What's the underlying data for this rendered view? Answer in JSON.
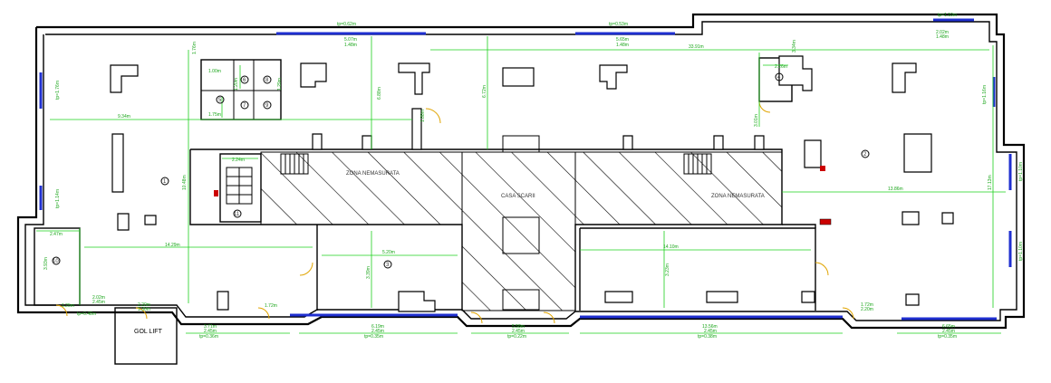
{
  "labels": {
    "zona1": "ZONA NEMASURATA",
    "zona2": "ZONA NEMASURATA",
    "scara": "CASA SCARII",
    "lift": "GOL LIFT"
  },
  "rooms": {
    "r1": "1",
    "r2": "2",
    "r3": "3",
    "r4": "4",
    "r5": "5",
    "r6": "6",
    "r7": "7",
    "r8": "8",
    "r9": "9",
    "r10": "10",
    "r11": "11"
  },
  "dims": {
    "top1": "tp=0.62m",
    "top1b": "5.07m",
    "top1c": "1.48m",
    "top2": "tp=0.53m",
    "top2b": "5.65m",
    "top2c": "1.48m",
    "top3": "33.91m",
    "top4": "tp=1.10m",
    "top4b": "2.02m",
    "top4c": "1.48m",
    "w1": "9.34m",
    "w2": "6.88m",
    "w3": "6.72m",
    "w4": "1.88m",
    "w5": "10.48m",
    "w6": "14.29m",
    "w7": "5.20m",
    "w8": "3.39m",
    "e1": "13.86m",
    "e2": "17.13m",
    "e3": "14.10m",
    "e4": "3.23m",
    "s1": "2.47m",
    "s2": "3.93m",
    "s3": "1.00m",
    "s4": "2.24m",
    "b1": "1.25m",
    "b1b": "tp=0.48m",
    "b2": "2.02m",
    "b2b": "2.45m",
    "b3": "2.20m",
    "b3b": "1.30m",
    "b4": "3.71m",
    "b4b": "2.45m",
    "b4c": "tp=0.36m",
    "b5": "1.72m",
    "b6": "6.19m",
    "b6b": "2.45m",
    "b6c": "tp=0.35m",
    "b7": "5.58m",
    "b7b": "2.45m",
    "b7c": "tp=0.22m",
    "b8": "13.56m",
    "b8b": "2.45m",
    "b8c": "tp=0.38m",
    "b9": "1.72m",
    "b9b": "2.20m",
    "b10": "6.65m",
    "b10b": "2.45m",
    "b10c": "tp=0.35m",
    "r_1": "tp=1.16m",
    "r_2": "tp=1.10m",
    "r_3": "tp=1.10m",
    "l_1": "tp=1.76m",
    "l_2": "tp=1.14m",
    "t1": "1.76m",
    "t2": "1.29m",
    "t3": "3.01m",
    "t4": "3.34m",
    "t5": "1.75m",
    "t6": "1.20m",
    "t7": "2.26m"
  }
}
